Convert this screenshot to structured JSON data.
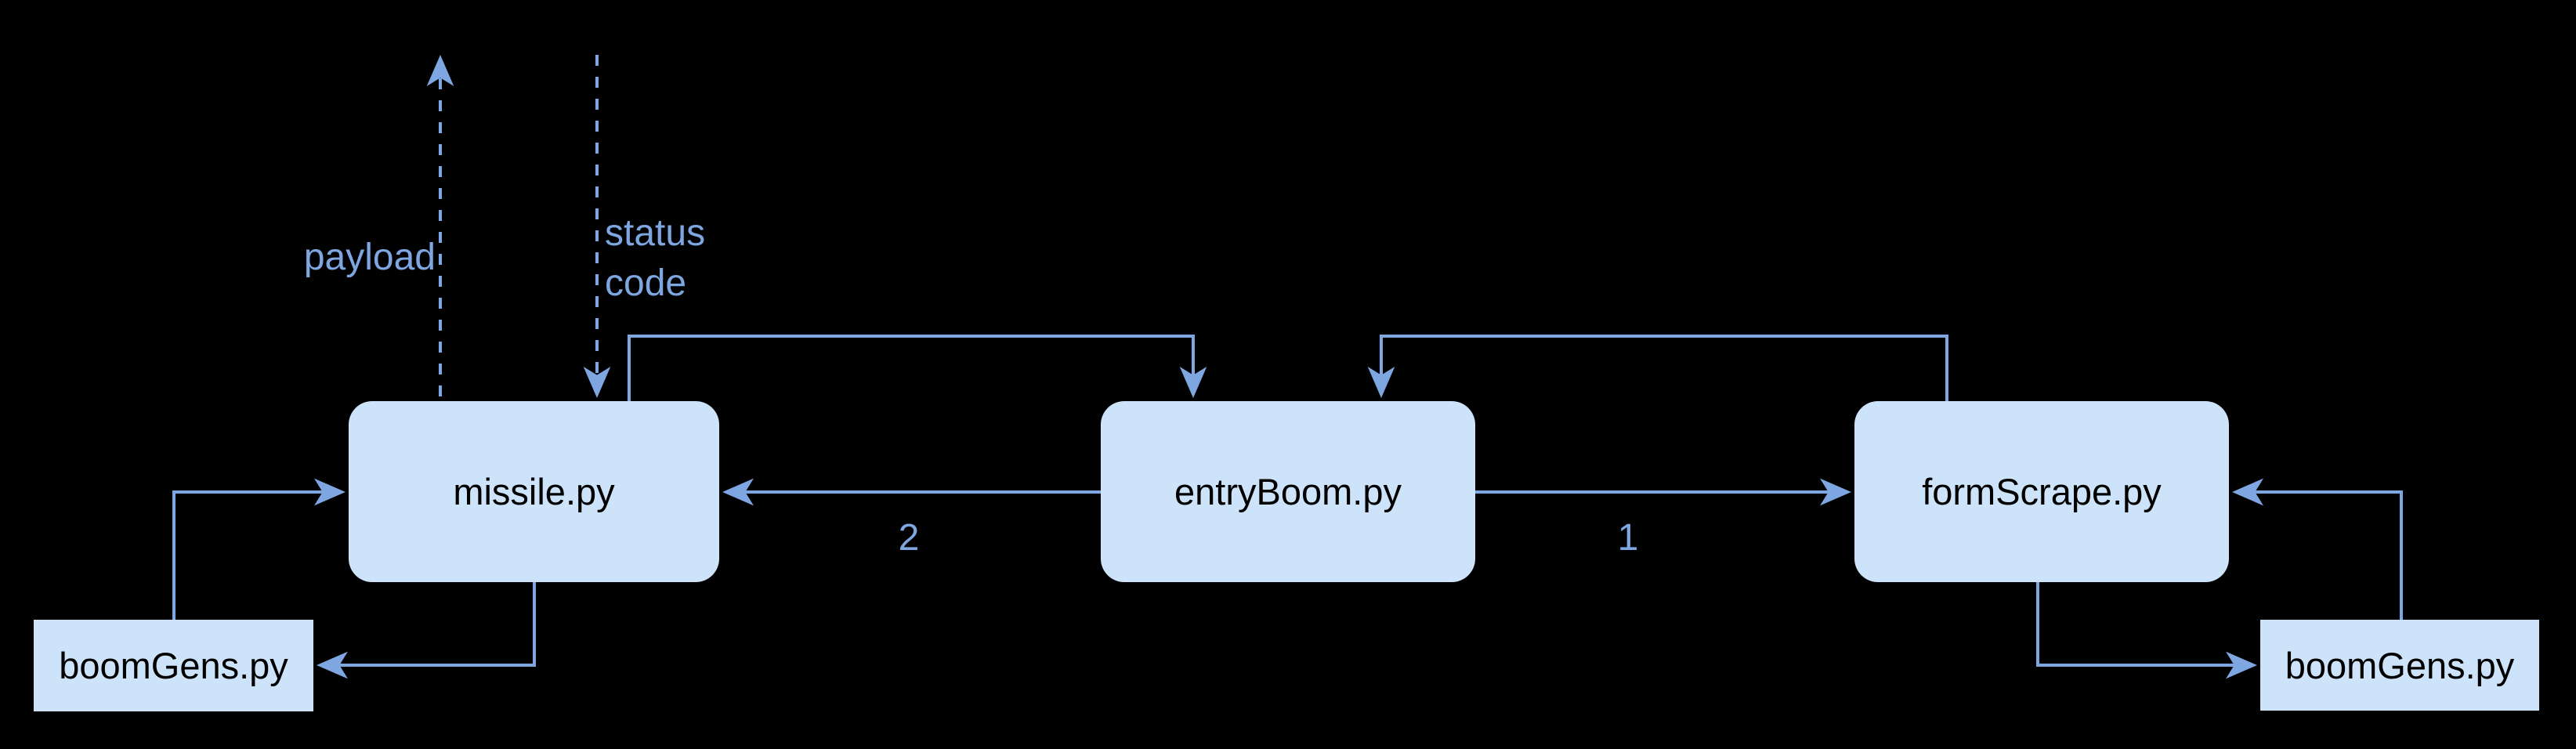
{
  "nodes": {
    "missile": {
      "label": "missile.py"
    },
    "entryBoom": {
      "label": "entryBoom.py"
    },
    "formScrape": {
      "label": "formScrape.py"
    },
    "boomGensLeft": {
      "label": "boomGens.py"
    },
    "boomGensRight": {
      "label": "boomGens.py"
    }
  },
  "edge_labels": {
    "payload": "payload",
    "status_code": "status\ncode",
    "step_1": "1",
    "step_2": "2"
  },
  "colors": {
    "background": "#000000",
    "node_fill": "#cde3fa",
    "node_text": "#000000",
    "connector": "#7ea6e0",
    "edge_label_text": "#7ea6e0"
  }
}
